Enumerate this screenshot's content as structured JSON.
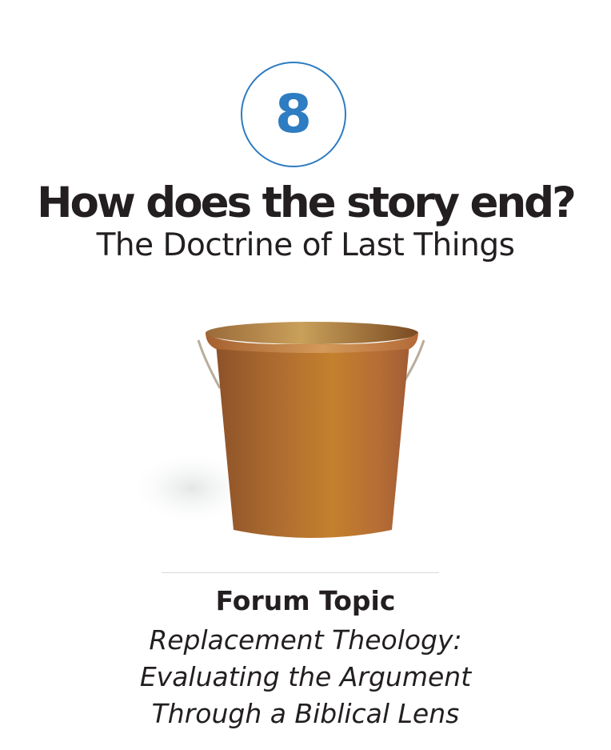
{
  "chapter": {
    "number": "8",
    "accent_color": "#2e7cc1"
  },
  "heading": {
    "title": "How does the story end?",
    "subtitle": "The Doctrine of Last Things"
  },
  "illustration": {
    "icon": "bucket-icon",
    "color": "#c17d2e"
  },
  "forum": {
    "label": "Forum Topic",
    "lines": [
      "Replacement Theology:",
      "Evaluating the Argument",
      "Through a Biblical Lens"
    ]
  }
}
